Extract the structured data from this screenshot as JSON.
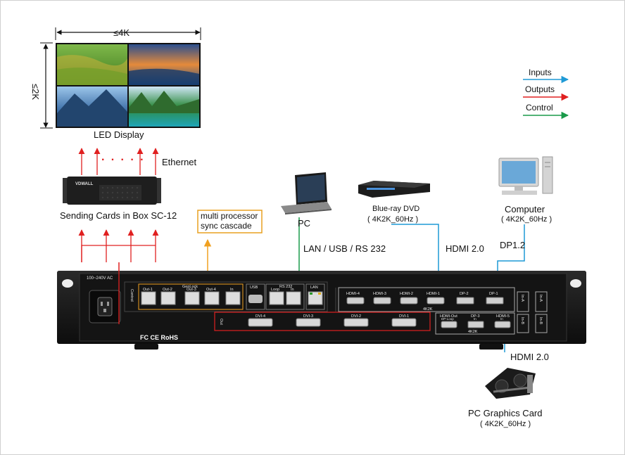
{
  "display": {
    "width_label": "≤4K",
    "height_label": "≤2K",
    "label": "LED  Display"
  },
  "sending": {
    "dots": "· · · · ·",
    "ethernet": "Ethernet",
    "label": "Sending Cards in Box SC-12",
    "brand": "VDWALL"
  },
  "cascade_note": [
    "multi processor",
    "sync cascade"
  ],
  "pc": {
    "label": "PC",
    "link": "LAN / USB / RS 232"
  },
  "dvd": {
    "label": "Blue-ray DVD",
    "spec": "( 4K2K_60Hz )",
    "link": "HDMI 2.0"
  },
  "computer": {
    "label": "Computer",
    "spec": "( 4K2K_60Hz )",
    "link": "DP1.2"
  },
  "gpu": {
    "label": "PC Graphics Card",
    "spec": "( 4K2K_60Hz )",
    "link": "HDMI 2.0"
  },
  "legend": [
    {
      "label": "Inputs",
      "color": "#1f9ad6"
    },
    {
      "label": "Outputs",
      "color": "#e02020"
    },
    {
      "label": "Control",
      "color": "#1a9a4a"
    }
  ],
  "panel": {
    "power": "100~240V  AC",
    "control": "Control",
    "genlock": "GenLock",
    "outs": [
      "Out-1",
      "Out-2",
      "Out-3",
      "Out-4",
      "In"
    ],
    "usb": "USB",
    "rs232": "RS 232",
    "loop": "Loop",
    "in": "In",
    "lan": "LAN",
    "hdmi_top": [
      "HDMI-4",
      "HDMI-3",
      "HDMI-2",
      "HDMI-1",
      "DP-2",
      "DP-1"
    ],
    "in_a": "In-A",
    "k4k_top": "4K2K",
    "out": "Out",
    "dvi": [
      "DVI-4",
      "DVI-3",
      "DVI-2",
      "DVI-1"
    ],
    "hdmi_out": "HDMI-Out",
    "dp_loop": "DP-Loop",
    "dp3": "DP-3",
    "dp3_in": "In",
    "hdmi5": "HDMI-5",
    "hdmi5_in": "In",
    "k4k_bottom": "4K2K",
    "in_b": "In-B",
    "cert": "FC CE RoHS"
  }
}
